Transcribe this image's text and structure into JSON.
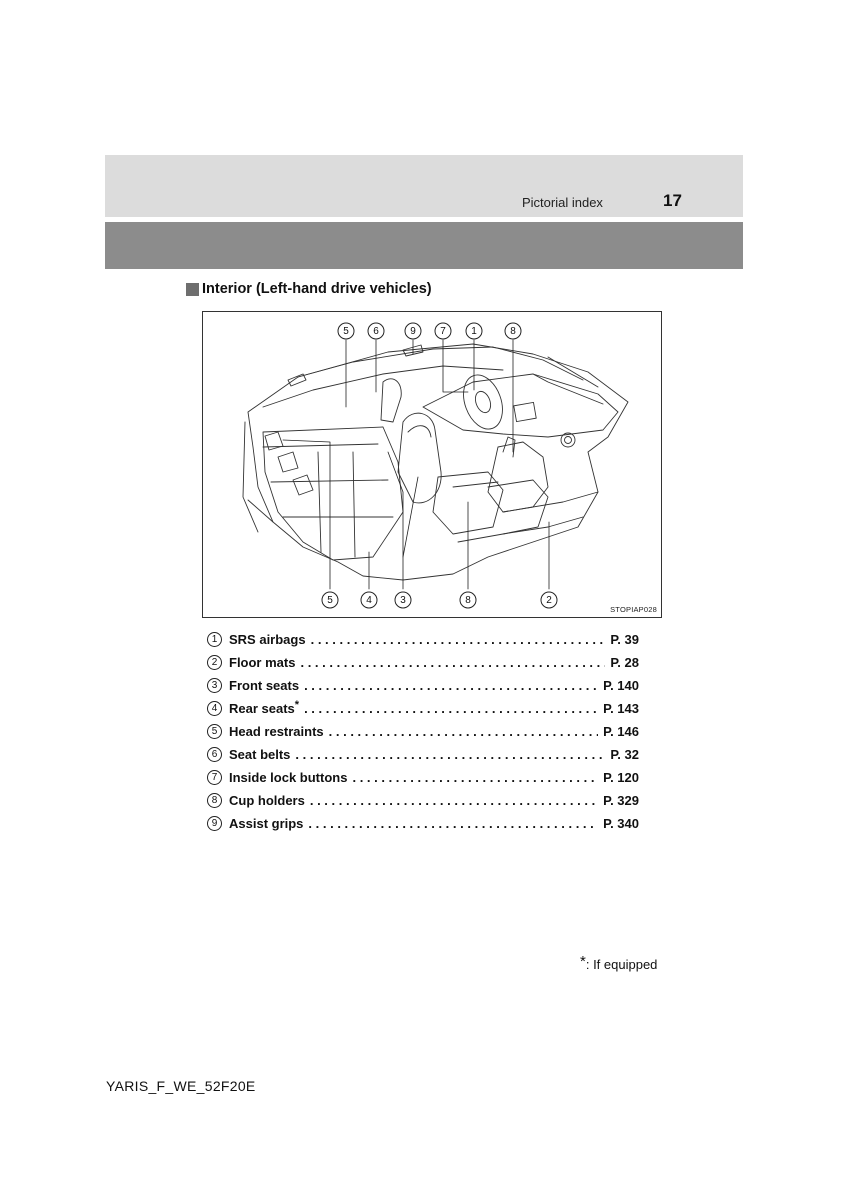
{
  "header": {
    "section": "Pictorial index",
    "page_number": "17"
  },
  "section_title": "Interior (Left-hand drive vehicles)",
  "figure": {
    "code": "STOPIAP028",
    "top_callouts": [
      "5",
      "6",
      "9",
      "7",
      "1",
      "8"
    ],
    "bottom_callouts": [
      "5",
      "4",
      "3",
      "8",
      "2"
    ]
  },
  "legend": [
    {
      "num": "1",
      "label": "SRS airbags",
      "page": "P. 39"
    },
    {
      "num": "2",
      "label": "Floor mats",
      "page": "P. 28"
    },
    {
      "num": "3",
      "label": "Front seats",
      "page": "P. 140"
    },
    {
      "num": "4",
      "label": "Rear seats",
      "asterisk": "*",
      "page": "P. 143"
    },
    {
      "num": "5",
      "label": "Head restraints",
      "page": "P. 146"
    },
    {
      "num": "6",
      "label": "Seat belts",
      "page": "P. 32"
    },
    {
      "num": "7",
      "label": "Inside lock buttons",
      "page": "P. 120"
    },
    {
      "num": "8",
      "label": "Cup holders",
      "page": "P. 329"
    },
    {
      "num": "9",
      "label": "Assist grips",
      "page": "P. 340"
    }
  ],
  "footnote": {
    "marker": "*",
    "text": ": If equipped"
  },
  "document_code": "YARIS_F_WE_52F20E"
}
